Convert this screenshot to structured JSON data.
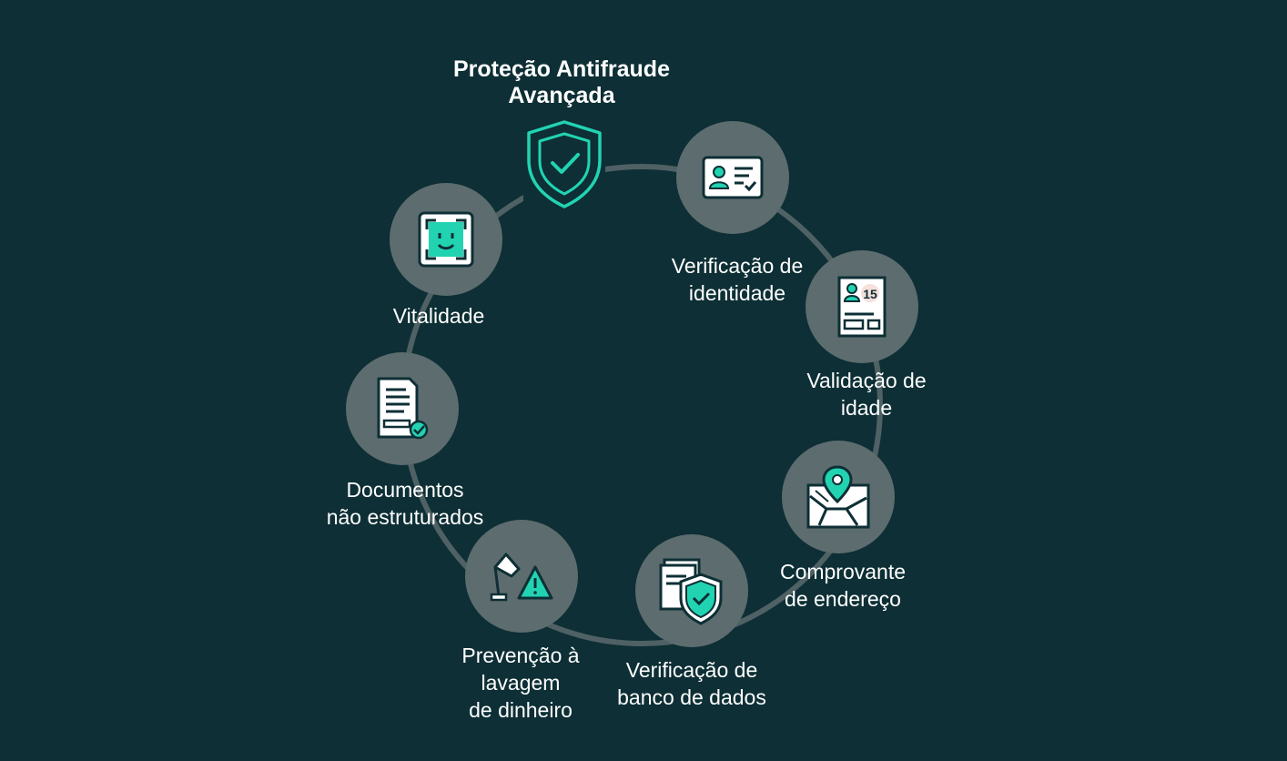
{
  "title": "Proteção Antifraude\nAvançada",
  "colors": {
    "background": "#0d2f35",
    "node_fill": "#5d6c6e",
    "ring": "#4f6164",
    "accent": "#22d3b2",
    "icon_ink": "#0d2f35",
    "text": "#ffffff"
  },
  "center_icon": "shield-check-icon",
  "steps": [
    {
      "label": "Verificação de\nidentidade",
      "icon": "id-card-icon"
    },
    {
      "label": "Validação de\nidade",
      "icon": "age-document-icon",
      "badge": "15"
    },
    {
      "label": "Comprovante\nde endereço",
      "icon": "map-pin-icon"
    },
    {
      "label": "Verificação de\nbanco de dados",
      "icon": "database-shield-icon"
    },
    {
      "label": "Prevenção à\nlavagem\nde dinheiro",
      "icon": "lamp-warning-icon"
    },
    {
      "label": "Documentos\nnão estruturados",
      "icon": "document-check-icon"
    },
    {
      "label": "Vitalidade",
      "icon": "face-scan-icon"
    }
  ]
}
